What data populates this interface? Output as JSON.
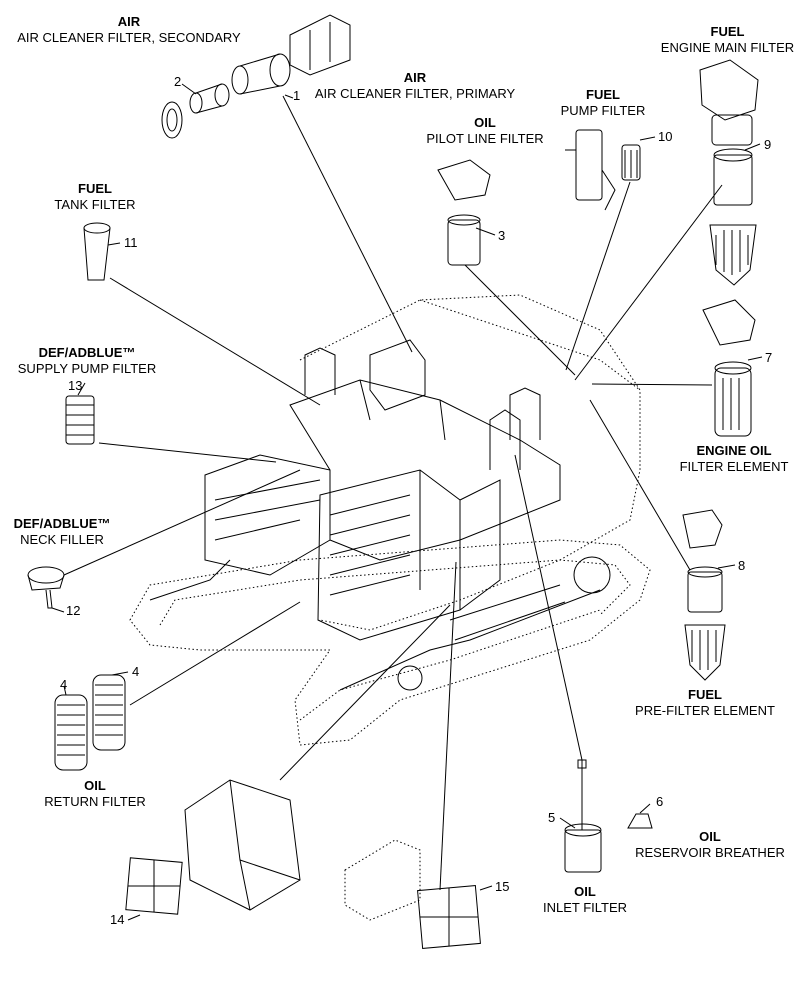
{
  "labels": {
    "air_secondary": {
      "category": "AIR",
      "name": "AIR CLEANER FILTER, SECONDARY"
    },
    "air_primary": {
      "category": "AIR",
      "name": "AIR CLEANER FILTER, PRIMARY"
    },
    "fuel_engine_main": {
      "category": "FUEL",
      "name": "ENGINE MAIN FILTER"
    },
    "fuel_pump": {
      "category": "FUEL",
      "name": "PUMP FILTER"
    },
    "oil_pilot_line": {
      "category": "OIL",
      "name": "PILOT LINE FILTER"
    },
    "fuel_tank": {
      "category": "FUEL",
      "name": "TANK FILTER"
    },
    "def_supply_pump": {
      "category": "DEF/ADBLUE™",
      "name": "SUPPLY PUMP FILTER"
    },
    "engine_oil_filter": {
      "category": "ENGINE OIL",
      "name": "FILTER ELEMENT"
    },
    "def_neck": {
      "category": "DEF/ADBLUE™",
      "name": "NECK FILLER"
    },
    "fuel_prefilter": {
      "category": "FUEL",
      "name": "PRE-FILTER ELEMENT"
    },
    "oil_return": {
      "category": "OIL",
      "name": "RETURN FILTER"
    },
    "oil_reservoir_breather": {
      "category": "OIL",
      "name": "RESERVOIR BREATHER"
    },
    "oil_inlet": {
      "category": "OIL",
      "name": "INLET FILTER"
    }
  },
  "callouts": {
    "n1": "1",
    "n2": "2",
    "n3": "3",
    "n4a": "4",
    "n4b": "4",
    "n5": "5",
    "n6": "6",
    "n7": "7",
    "n8": "8",
    "n9": "9",
    "n10": "10",
    "n11": "11",
    "n12": "12",
    "n13": "13",
    "n14": "14",
    "n15": "15"
  }
}
